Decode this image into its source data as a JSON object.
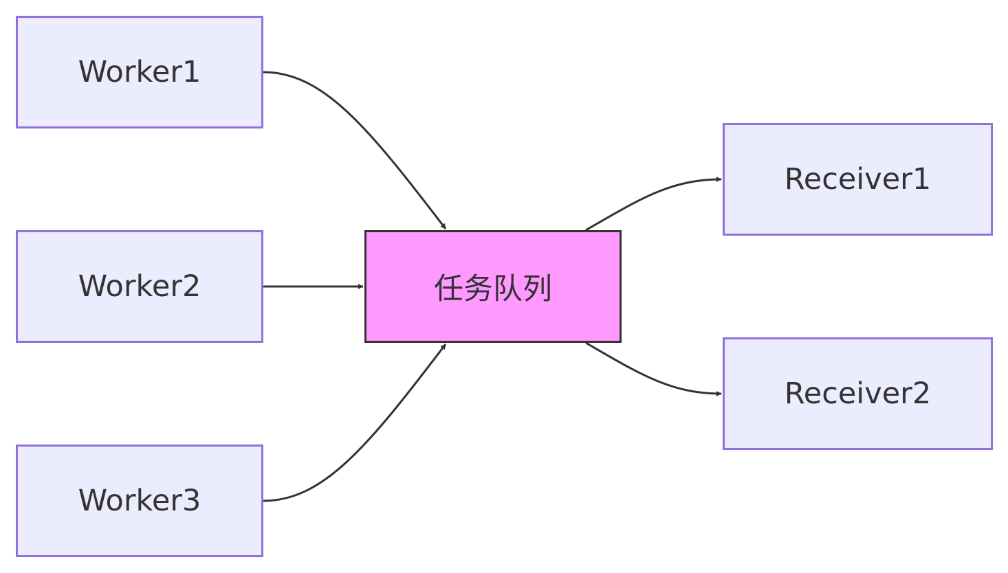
{
  "diagram": {
    "type": "flowchart",
    "direction": "left-to-right",
    "colors": {
      "node_fill": "#ECECFF",
      "node_border": "#9370DB",
      "queue_fill": "#FF99FF",
      "queue_border": "#333333",
      "edge": "#333333",
      "text": "#333333"
    },
    "nodes": {
      "worker1": "Worker1",
      "worker2": "Worker2",
      "worker3": "Worker3",
      "queue": "任务队列",
      "receiver1": "Receiver1",
      "receiver2": "Receiver2"
    },
    "edges": [
      {
        "from": "worker1",
        "to": "queue"
      },
      {
        "from": "worker2",
        "to": "queue"
      },
      {
        "from": "worker3",
        "to": "queue"
      },
      {
        "from": "queue",
        "to": "receiver1"
      },
      {
        "from": "queue",
        "to": "receiver2"
      }
    ]
  }
}
